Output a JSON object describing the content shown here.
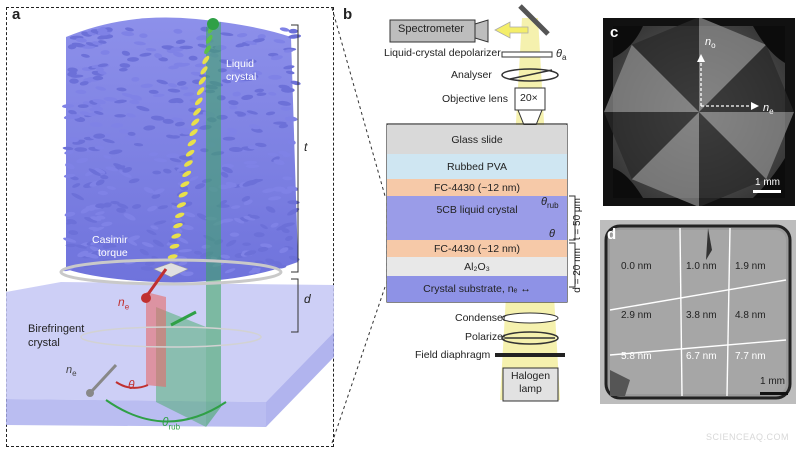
{
  "panels": {
    "a": "a",
    "b": "b",
    "c": "c",
    "d": "d"
  },
  "panel_a": {
    "liquid_crystal": [
      "Liquid",
      "crystal"
    ],
    "casimir": [
      "Casimir",
      "torque"
    ],
    "birefringent": [
      "Birefringent",
      "crystal"
    ],
    "t": "t",
    "d": "d",
    "ne_main": "n",
    "ne_main_sub": "e",
    "ne_small": "n",
    "ne_small_sub": "e",
    "theta": "θ",
    "theta_rub": "θ",
    "theta_rub_sub": "rub",
    "colors": {
      "molecules": "#7f82e6",
      "aligned": "#e8e04a",
      "crystal": "#b9bdf3",
      "green_plane": "#3aa85c",
      "red_plane": "#e66b6b"
    }
  },
  "panel_b": {
    "spectrometer": "Spectrometer",
    "depolarizer": "Liquid-crystal depolarizer",
    "theta_a": "θ",
    "theta_a_sub": "a",
    "analyser": "Analyser",
    "objective": "Objective lens",
    "objective_mag": "20×",
    "layers": [
      {
        "label": "Glass slide",
        "color": "#d9d9d9"
      },
      {
        "label": "Rubbed PVA",
        "color": "#cfe6f2"
      },
      {
        "label": "FC-4430 (~12 nm)",
        "color": "#f6c9a8"
      },
      {
        "label": "5CB liquid crystal",
        "color": "#9a9ce8"
      },
      {
        "label": "FC-4430 (~12 nm)",
        "color": "#f6c9a8"
      },
      {
        "label": "Al₂O₃",
        "color": "#e8e8e8"
      },
      {
        "label": "Crystal substrate, nₑ ↔",
        "color": "#8e92e6"
      }
    ],
    "theta_rub": "θ",
    "theta_rub_sub": "rub",
    "theta": "θ",
    "t_label": "t = 50 μm",
    "d_label": "d = 20 nm",
    "condenser": "Condenser",
    "polarizer": "Polarizer",
    "field_diaphragm": "Field diaphragm",
    "lamp": [
      "Halogen",
      "lamp"
    ]
  },
  "panel_c": {
    "n_o": "n",
    "n_o_sub": "o",
    "n_e": "n",
    "n_e_sub": "e",
    "scale": "1 mm"
  },
  "panel_d": {
    "values": [
      "0.0 nm",
      "1.0 nm",
      "1.9 nm",
      "2.9 nm",
      "3.8 nm",
      "4.8 nm",
      "5.8 nm",
      "6.7 nm",
      "7.7 nm"
    ],
    "scale": "1 mm"
  },
  "watermark": "SCIENCEAQ.COM"
}
